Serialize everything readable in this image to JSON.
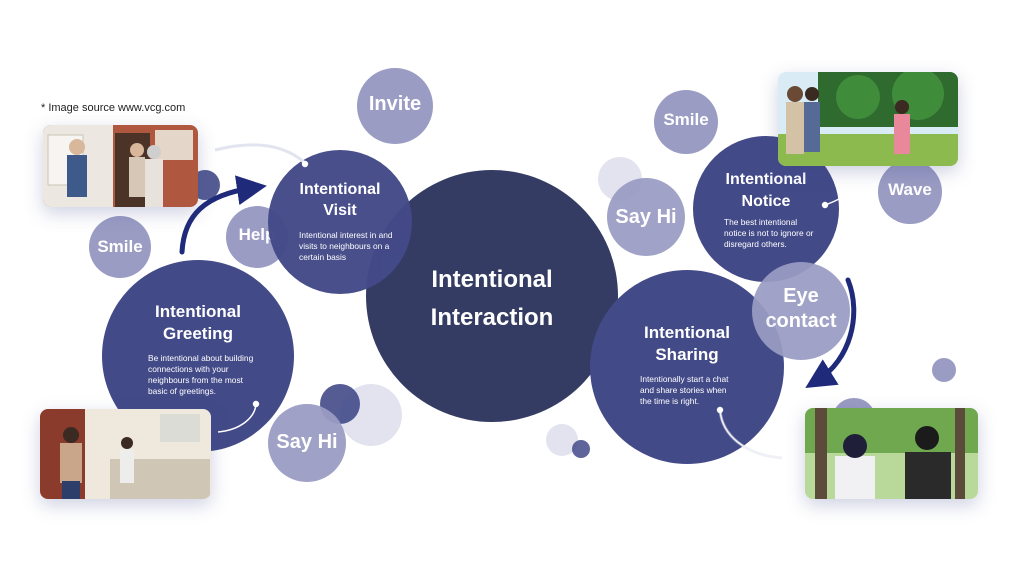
{
  "note": "* Image source www.vcg.com",
  "center": {
    "line1": "Intentional",
    "line2": "Interaction"
  },
  "nodes": {
    "visit": {
      "line1": "Intentional",
      "line2": "Visit",
      "desc": "Intentional interest in and visits to neighbours on a certain basis"
    },
    "greeting": {
      "line1": "Intentional",
      "line2": "Greeting",
      "desc": "Be intentional about building connections with your neighbours from the most basic of greetings."
    },
    "notice": {
      "line1": "Intentional",
      "line2": "Notice",
      "desc": "The best intentional notice is not to ignore or disregard others."
    },
    "sharing": {
      "line1": "Intentional",
      "line2": "Sharing",
      "desc": "Intentionally start a chat and share stories when the time is right."
    }
  },
  "bubbles": {
    "invite": "Invite",
    "smile_left": "Smile",
    "help": "Help",
    "say_hi_bottom": "Say Hi",
    "smile_right": "Smile",
    "say_hi_right": "Say Hi",
    "wave": "Wave",
    "eye_line1": "Eye",
    "eye_line2": "contact"
  },
  "colors": {
    "center": "#343c63",
    "node": "#434a88",
    "bubble": "#9a9cc3",
    "arrow": "#1f2a7a"
  }
}
